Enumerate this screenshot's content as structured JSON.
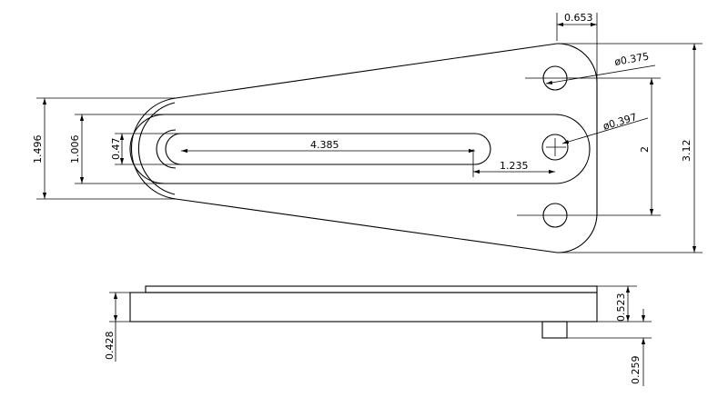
{
  "drawing": {
    "dimensions": {
      "hub_width": "0.653",
      "hole_small": "ø0.375",
      "hole_center": "ø0.397",
      "outer_height": "1.496",
      "band_height": "1.006",
      "slot_width": "0.47",
      "slot_length": "4.385",
      "slot_to_hole": "1.235",
      "hole_spacing": "2",
      "overall_height": "3.12",
      "plate_thickness": "0.523",
      "total_thickness": "0.428",
      "boss_height": "0.259"
    }
  }
}
